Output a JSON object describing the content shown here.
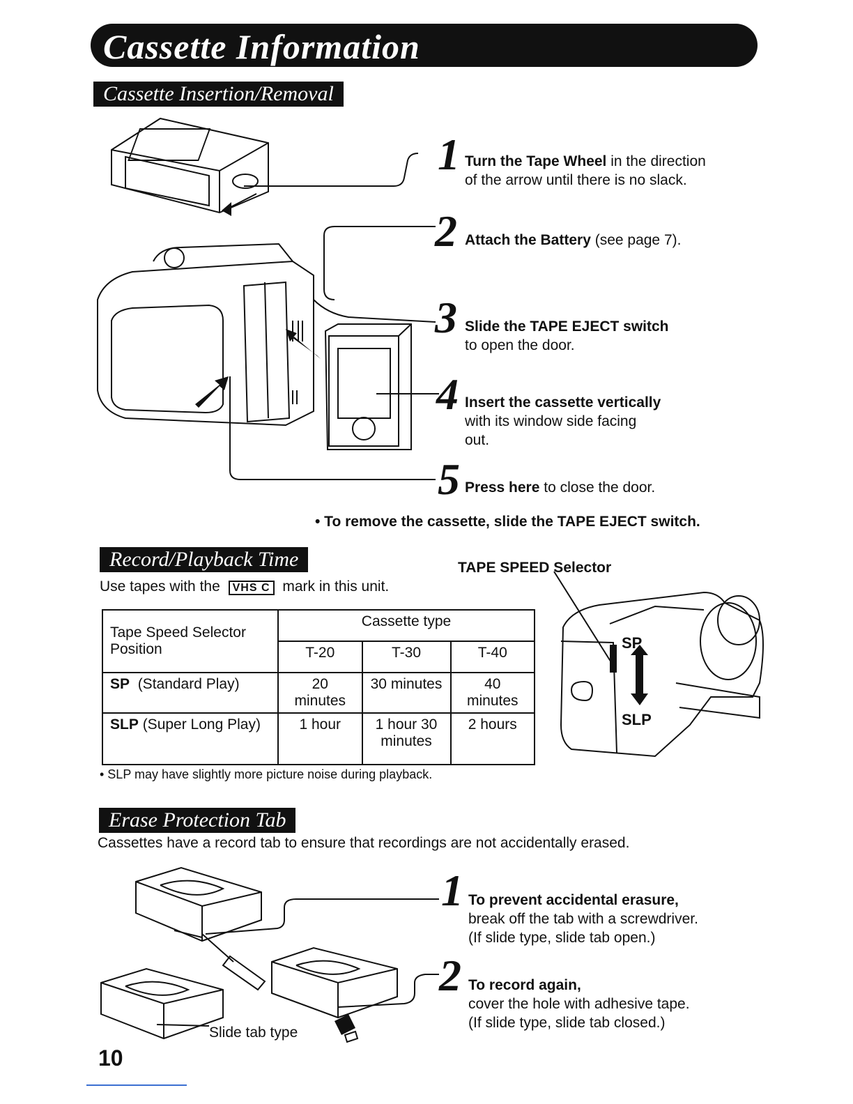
{
  "page_title": "Cassette Information",
  "insertion": {
    "heading": "Cassette Insertion/Removal",
    "steps": [
      {
        "num": "1",
        "bold": "Turn the Tape Wheel",
        "text": " in the direction",
        "line2": "of the arrow until there is no slack."
      },
      {
        "num": "2",
        "bold": "Attach the Battery",
        "text": " (see page 7).",
        "line2": ""
      },
      {
        "num": "3",
        "bold": "Slide the TAPE EJECT switch",
        "text": "",
        "line2": "to open the door."
      },
      {
        "num": "4",
        "bold": "Insert the cassette vertically",
        "text": "",
        "line2": "with its window side facing",
        "line3": "out."
      },
      {
        "num": "5",
        "bold": "Press here",
        "text": " to close the door.",
        "line2": ""
      }
    ],
    "remove_note": "• To remove the cassette, slide the TAPE EJECT switch."
  },
  "record": {
    "heading": "Record/Playback Time",
    "use_tapes_pre": "Use tapes with the",
    "mark": "VHS C",
    "use_tapes_post": "mark in this unit.",
    "selector_label": "TAPE SPEED Selector",
    "sp_label": "SP",
    "slp_label": "SLP",
    "table": {
      "col1_header": "Tape Speed Selector Position",
      "group_header": "Cassette type",
      "types": [
        "T-20",
        "T-30",
        "T-40"
      ],
      "rows": [
        {
          "code": "SP",
          "desc": "(Standard Play)",
          "values": [
            "20 minutes",
            "30 minutes",
            "40 minutes"
          ]
        },
        {
          "code": "SLP",
          "desc": "(Super Long Play)",
          "values": [
            "1 hour",
            "1 hour 30 minutes",
            "2 hours"
          ]
        }
      ]
    },
    "note": "• SLP may have slightly more picture noise during playback."
  },
  "erase": {
    "heading": "Erase Protection Tab",
    "intro": "Cassettes have a record tab to ensure that recordings are not accidentally erased.",
    "slide_tab_label": "Slide tab type",
    "steps": [
      {
        "num": "1",
        "bold": "To prevent accidental erasure,",
        "line2": "break off the tab with a screwdriver.",
        "line3": "(If slide type, slide tab open.)"
      },
      {
        "num": "2",
        "bold": "To record again,",
        "line2": "cover the hole with adhesive tape.",
        "line3": "(If slide type, slide tab closed.)"
      }
    ]
  },
  "page_number": "10"
}
